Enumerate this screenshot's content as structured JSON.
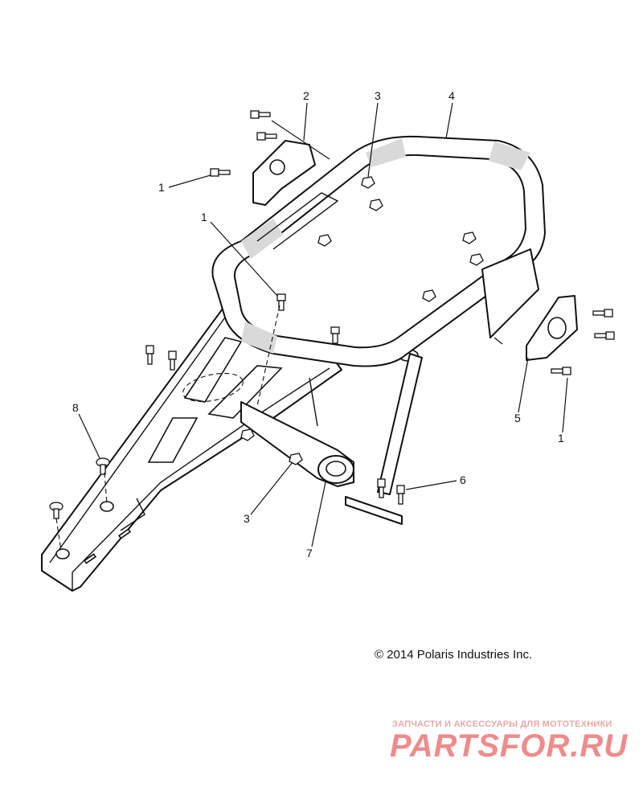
{
  "callouts": [
    {
      "id": "c1a",
      "label": "1"
    },
    {
      "id": "c1b",
      "label": "1"
    },
    {
      "id": "c1c",
      "label": "1"
    },
    {
      "id": "c2",
      "label": "2"
    },
    {
      "id": "c3a",
      "label": "3"
    },
    {
      "id": "c3b",
      "label": "3"
    },
    {
      "id": "c4",
      "label": "4"
    },
    {
      "id": "c5",
      "label": "5"
    },
    {
      "id": "c6",
      "label": "6"
    },
    {
      "id": "c7",
      "label": "7"
    },
    {
      "id": "c8",
      "label": "8"
    }
  ],
  "copyright": "© 2014 Polaris Industries Inc.",
  "watermark": {
    "tagline": "ЗАПЧАСТИ И АКСЕССУАРЫ ДЛЯ МОТОТЕХНИКИ",
    "logo": "PARTSFOR.RU"
  }
}
